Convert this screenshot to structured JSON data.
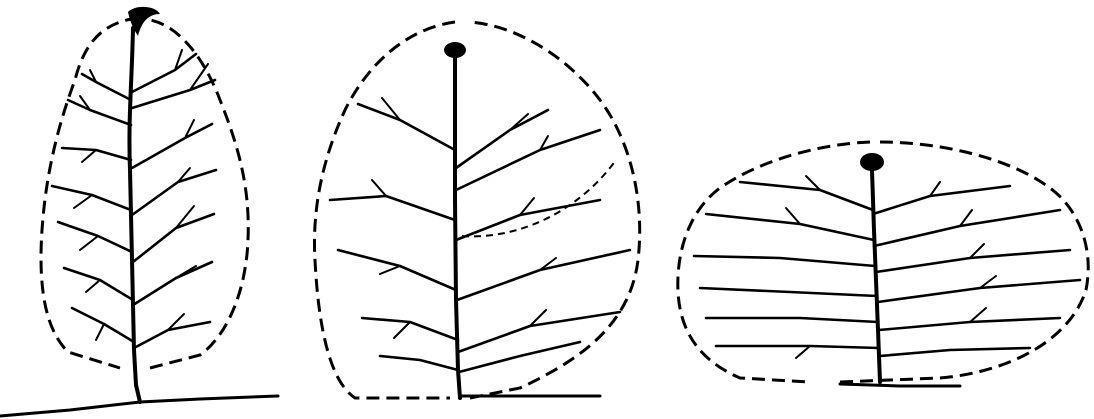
{
  "figure": {
    "background": "#ffffff",
    "ink": "#000000",
    "panels": [
      {
        "shape": "narrow-upright"
      },
      {
        "shape": "broad-round"
      },
      {
        "shape": "wide-spreading"
      }
    ]
  }
}
